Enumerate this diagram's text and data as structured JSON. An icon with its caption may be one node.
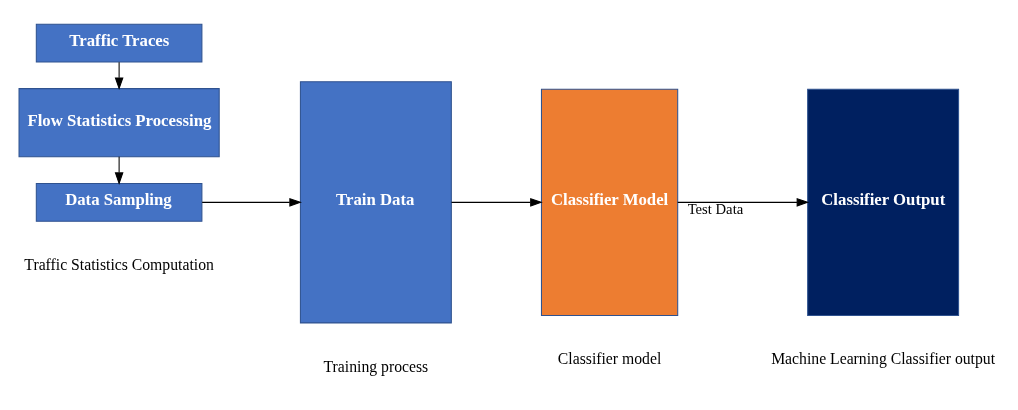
{
  "diagram": {
    "nodes": [
      {
        "text": [
          "Traffic Traces"
        ]
      },
      {
        "text": [
          "Flow Statistics Processing"
        ]
      },
      {
        "text": [
          "Data Sampling"
        ]
      },
      {
        "text": [
          "Train Data"
        ]
      },
      {
        "text": [
          "Classifier Model"
        ]
      },
      {
        "text": [
          "Classifier Output"
        ]
      }
    ],
    "edges": [
      {
        "from": 0,
        "to": 1,
        "arrow": "to"
      },
      {
        "from": 1,
        "to": 2,
        "arrow": "to"
      },
      {
        "from": 2,
        "to": 3,
        "arrow": "to"
      },
      {
        "from": 3,
        "to": 4,
        "arrow": "to"
      },
      {
        "from": 4,
        "to": 5,
        "arrow": "to",
        "label": "Test Data"
      }
    ],
    "labels": [
      "Traffic Statistics Computation",
      "Training process",
      "Classifier model",
      "Machine Learning Classifier output"
    ]
  }
}
